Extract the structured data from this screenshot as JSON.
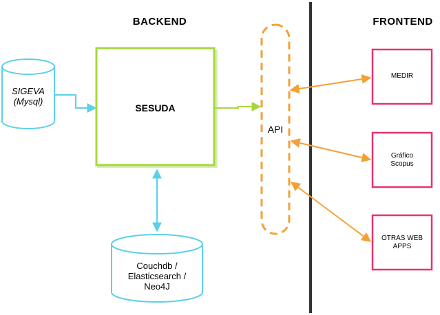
{
  "headers": {
    "backend": "BACKEND",
    "frontend": "FRONTEND"
  },
  "nodes": {
    "sigeva": {
      "line1": "SIGEVA",
      "line2": "(Mysql)"
    },
    "sesuda": {
      "label": "SESUDA"
    },
    "couchdb": {
      "line1": "Couchdb /",
      "line2": "Elasticsearch /",
      "line3": "Neo4J"
    },
    "api": {
      "label": "API"
    },
    "medir": {
      "label": "MEDIR"
    },
    "grafico": {
      "line1": "Gráfico",
      "line2": "Scopus"
    },
    "otras": {
      "line1": "OTRAS WEB",
      "line2": "APPS"
    }
  },
  "colors": {
    "cyan_connector": "#5bd0e8",
    "green_box": "#a6d83a",
    "orange_api": "#f5a033",
    "magenta_box": "#e8326e",
    "divider": "#333333"
  }
}
